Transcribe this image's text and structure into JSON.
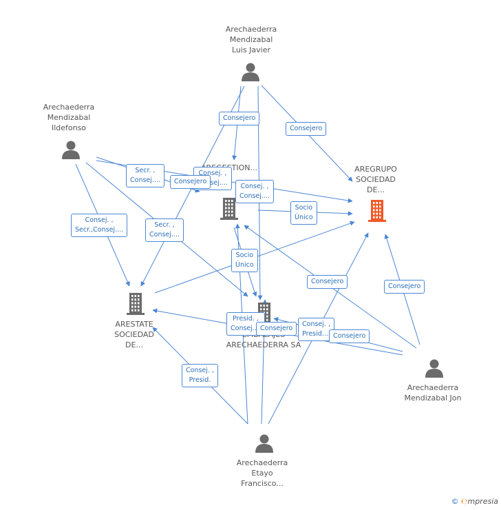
{
  "nodes": {
    "luis_javier": {
      "label": "Arechaederra\nMendizabal\nLuis Javier",
      "kind": "person"
    },
    "ildefonso": {
      "label": "Arechaederra\nMendizabal\nIldefonso",
      "kind": "person"
    },
    "aregestion": {
      "label": "AREGESTION...",
      "kind": "company"
    },
    "aregrupo": {
      "label": "AREGRUPO\nSOCIEDAD\nDE...",
      "kind": "company-highlight"
    },
    "arestate": {
      "label": "ARESTATE\nSOCIEDAD\nDE...",
      "kind": "company"
    },
    "embalajes": {
      "label": "EMBALAJES\nARECHAEDERRA SA",
      "kind": "company"
    },
    "jon": {
      "label": "Arechaederra\nMendizabal Jon",
      "kind": "person"
    },
    "francisco": {
      "label": "Arechaederra\nEtayo\nFrancisco...",
      "kind": "person"
    }
  },
  "edge_labels": [
    {
      "id": "e1",
      "text": "Consejero"
    },
    {
      "id": "e2",
      "text": "Consejero"
    },
    {
      "id": "e3",
      "text": "Secr. ,\nConsej...."
    },
    {
      "id": "e4",
      "text": "Consej. ,\nConsej...."
    },
    {
      "id": "e5",
      "text": "Consejero"
    },
    {
      "id": "e6",
      "text": "Consej. ,\nConsej...."
    },
    {
      "id": "e7",
      "text": "Socio\nÚnico"
    },
    {
      "id": "e8",
      "text": "Consej. ,\nSecr.,Consej...."
    },
    {
      "id": "e9",
      "text": "Secr. ,\nConsej...."
    },
    {
      "id": "e10",
      "text": "Socio\nÚnico"
    },
    {
      "id": "e11",
      "text": "Consejero"
    },
    {
      "id": "e12",
      "text": "Consejero"
    },
    {
      "id": "e13",
      "text": "Presid. ,\nConsej...."
    },
    {
      "id": "e14",
      "text": "Consejero"
    },
    {
      "id": "e15",
      "text": "Consej. ,\nPresid...."
    },
    {
      "id": "e16",
      "text": "Consejero"
    },
    {
      "id": "e17",
      "text": "Consej. ,\nPresid."
    }
  ],
  "footer": {
    "copyright": "©",
    "brand_first": "℮",
    "brand_rest": "mpresia"
  },
  "colors": {
    "edge": "#4a86d4",
    "person": "#6b6b6b",
    "company": "#6b6b6b",
    "highlight": "#f05a28"
  }
}
